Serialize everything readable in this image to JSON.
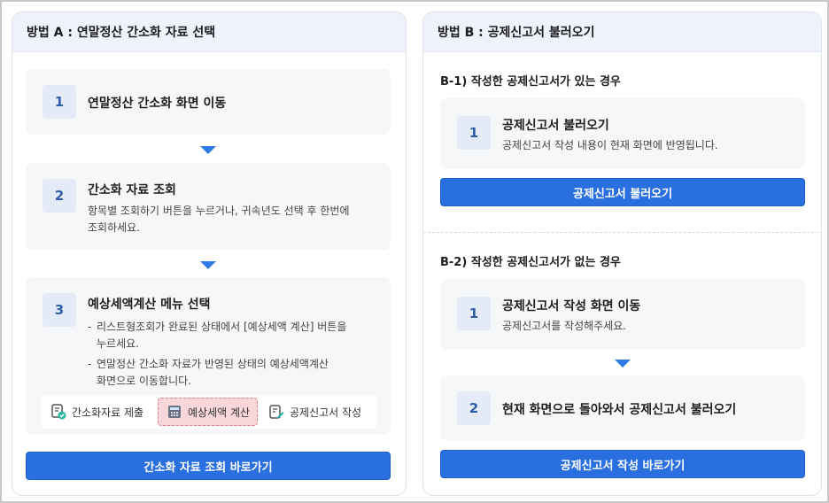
{
  "method_a": {
    "title": "방법 A : 연말정산 간소화 자료 선택",
    "steps": [
      {
        "num": "1",
        "title": "연말정산 간소화 화면 이동"
      },
      {
        "num": "2",
        "title": "간소화 자료 조회",
        "desc_line1": "항목별 조회하기 버튼을 누르거나, 귀속년도 선택 후 한번에",
        "desc_line2": "조회하세요."
      },
      {
        "num": "3",
        "title": "예상세액계산 메뉴 선택",
        "bullet1_line1": "리스트형조회가 완료된 상태에서 [예상세액 계산] 버튼을",
        "bullet1_line2": "누르세요.",
        "bullet2_line1": "연말정산 간소화 자료가 반영된 상태의 예상세액계산",
        "bullet2_line2": "화면으로 이동합니다."
      }
    ],
    "tabs": [
      {
        "label": "간소화자료 제출",
        "icon": "document-check-icon"
      },
      {
        "label": "예상세액 계산",
        "icon": "calculator-icon"
      },
      {
        "label": "공제신고서 작성",
        "icon": "edit-document-icon"
      }
    ],
    "button_label": "간소화 자료 조회 바로가기"
  },
  "method_b": {
    "title": "방법 B : 공제신고서 불러오기",
    "b1": {
      "title": "B-1) 작성한 공제신고서가 있는 경우",
      "step": {
        "num": "1",
        "title": "공제신고서 불러오기",
        "desc": "공제신고서 작성 내용이 현재 화면에 반영됩니다."
      },
      "button_label": "공제신고서 불러오기"
    },
    "b2": {
      "title": "B-2) 작성한 공제신고서가 없는 경우",
      "steps": [
        {
          "num": "1",
          "title": "공제신고서 작성 화면 이동",
          "desc": "공제신고서를 작성해주세요."
        },
        {
          "num": "2",
          "title": "현재 화면으로 돌아와서 공제신고서 불러오기"
        }
      ],
      "button_label": "공제신고서 작성 바로가기"
    }
  },
  "colors": {
    "accent": "#2a6fe0",
    "arrow": "#2f7be5",
    "header_bg": "#eef2fa",
    "step_bg": "#f6f7f9",
    "num_bg": "#e4ebf6",
    "selected_tab_bg": "#f8d6d9"
  }
}
